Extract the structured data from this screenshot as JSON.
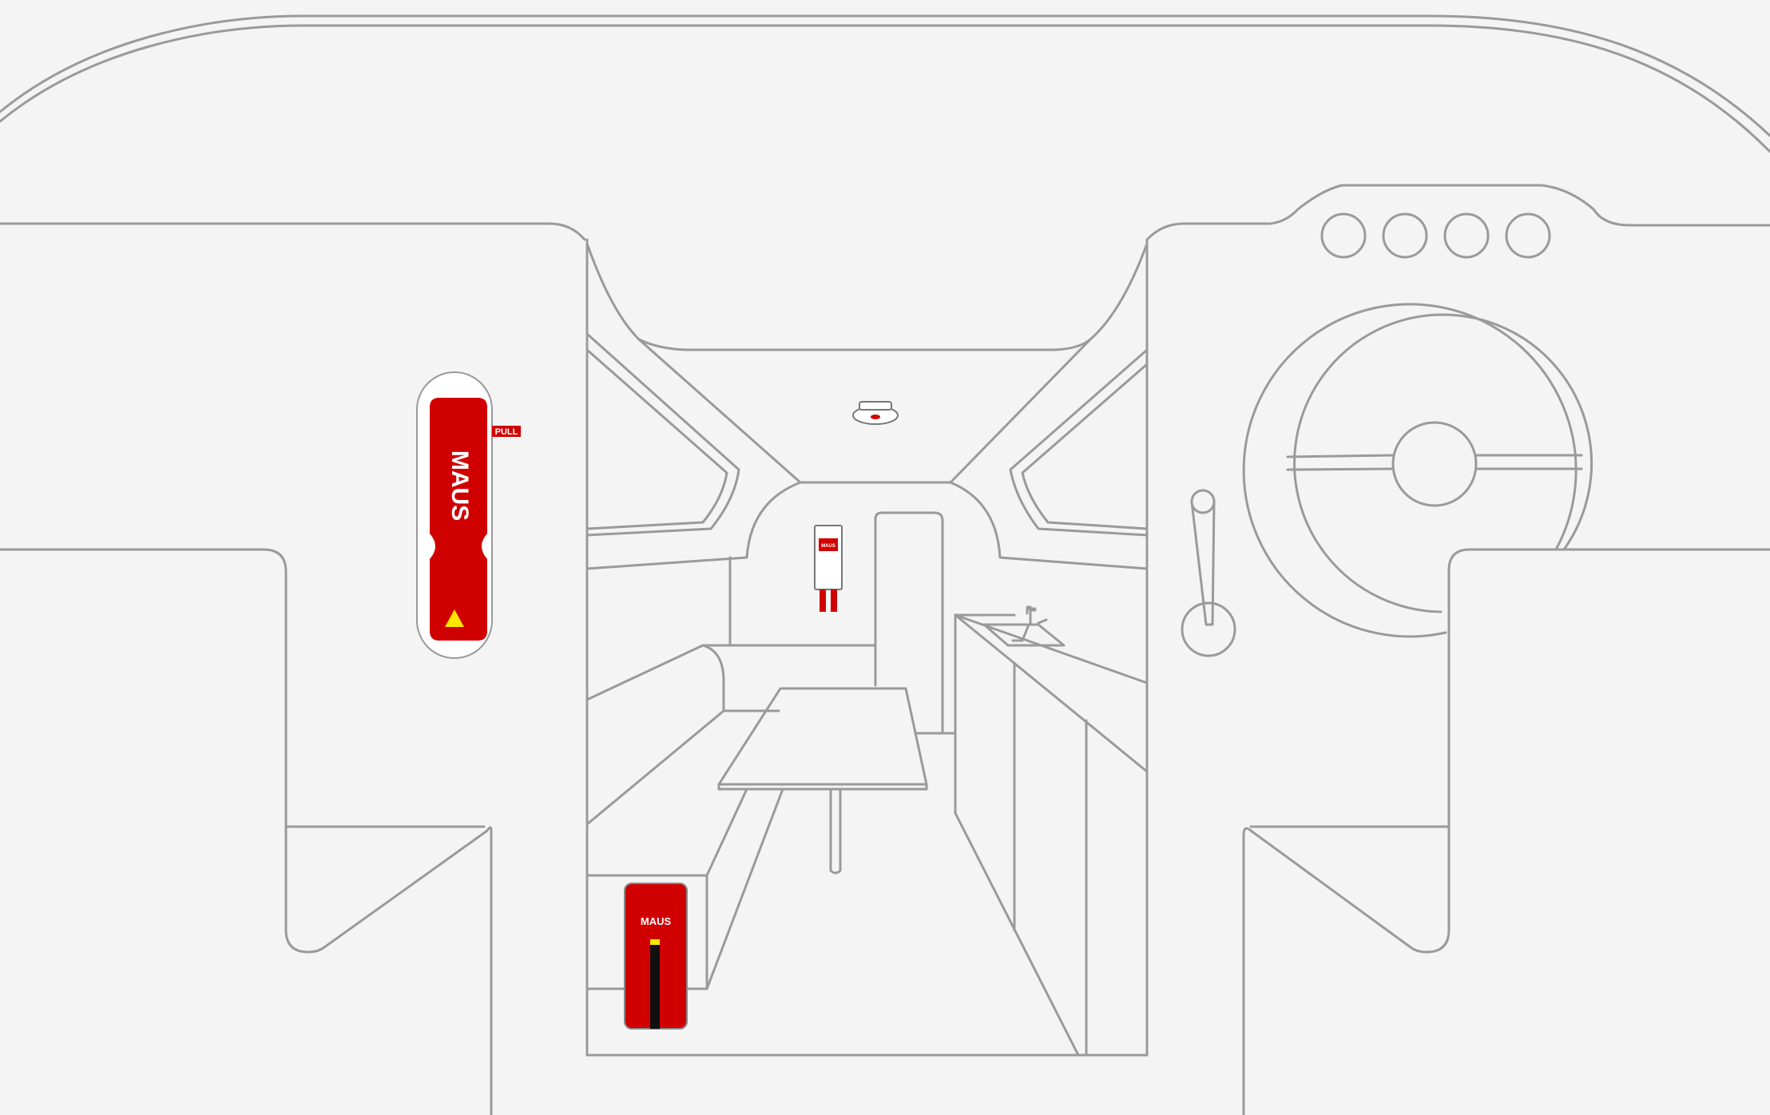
{
  "scene": {
    "background": "#f4f4f4",
    "line_color": "#9a9a9a",
    "brand_color": "#d10000",
    "accent_color": "#ffe600"
  },
  "labels": {
    "handheld_brand": "MAUS",
    "pull_tag": "PULL",
    "wall_unit_brand": "MAUS",
    "floor_unit_brand": "MAUS"
  },
  "icons": {
    "warning": "warning-triangle-icon",
    "smoke_detector": "smoke-detector-icon"
  }
}
